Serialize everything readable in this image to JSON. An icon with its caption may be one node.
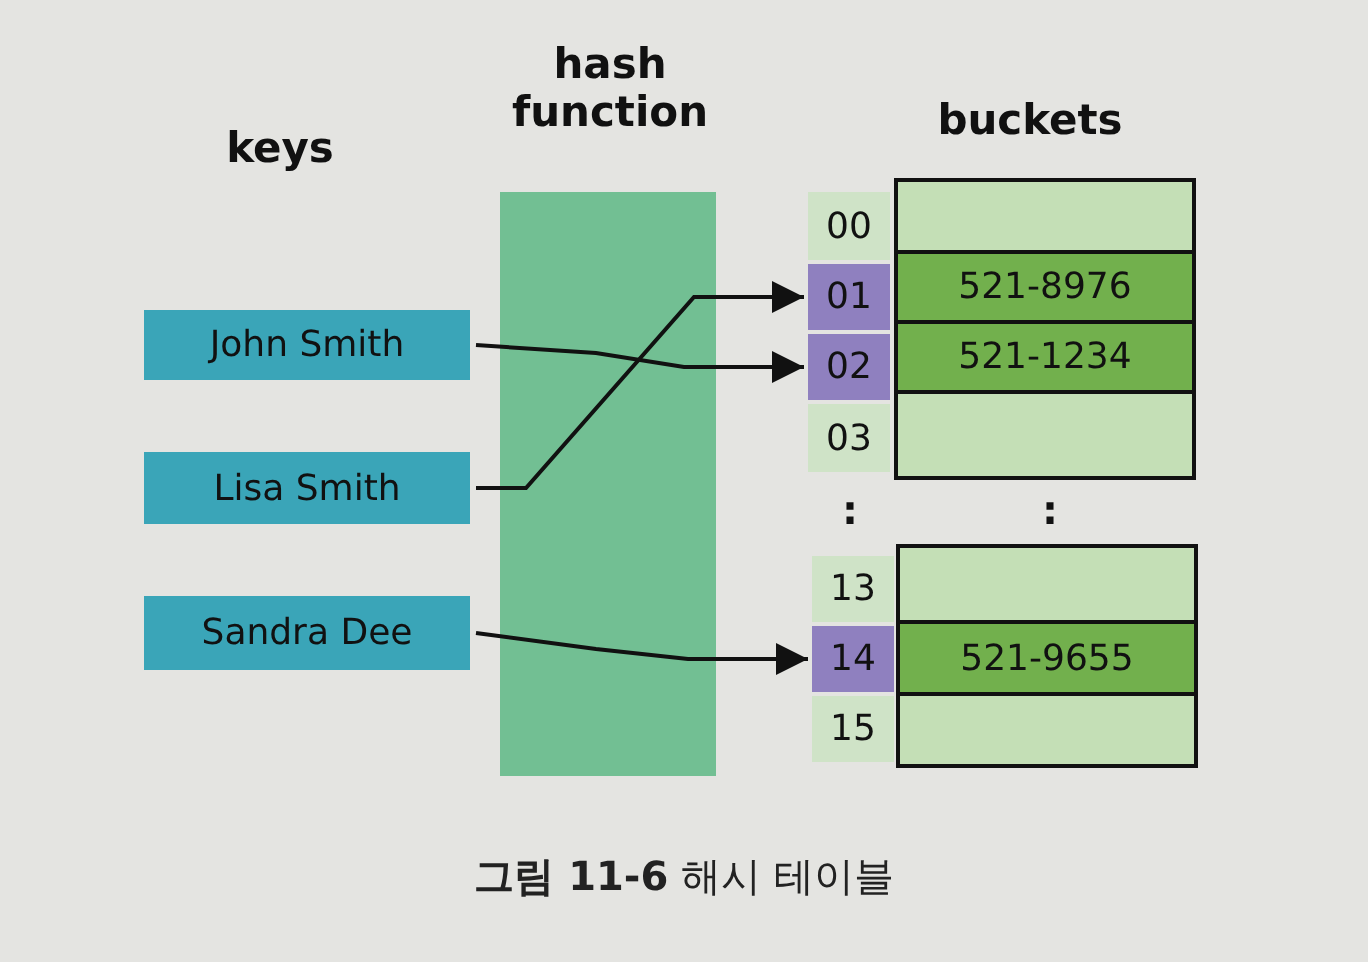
{
  "diagram": {
    "caption": "**그림 11-6** 해시 테이블",
    "nodes": [
      {
        "text": [
          "John Smith"
        ]
      },
      {
        "text": [
          "Lisa Smith"
        ]
      },
      {
        "text": [
          "Sandra Dee"
        ]
      },
      {
        "text": [
          "00"
        ]
      },
      {
        "text": [
          "01"
        ]
      },
      {
        "text": [
          "02"
        ]
      },
      {
        "text": [
          "03"
        ]
      },
      {
        "text": [
          "13"
        ]
      },
      {
        "text": [
          "14"
        ]
      },
      {
        "text": [
          "15"
        ]
      },
      {
        "text": [],
        "shape": "box"
      },
      {
        "text": [
          "521-8976"
        ]
      },
      {
        "text": [
          "521-1234"
        ]
      },
      {
        "text": [],
        "shape": "box"
      },
      {
        "text": [],
        "shape": "box"
      },
      {
        "text": [
          "521-9655"
        ]
      },
      {
        "text": [],
        "shape": "box"
      }
    ],
    "edges": [
      {
        "from": 0,
        "to": 5,
        "arrow": "to"
      },
      {
        "from": 1,
        "to": 4,
        "arrow": "to"
      },
      {
        "from": 2,
        "to": 8,
        "arrow": "to"
      }
    ],
    "labels": [
      "keys",
      "hash function",
      "buckets",
      ":",
      ":"
    ]
  }
}
